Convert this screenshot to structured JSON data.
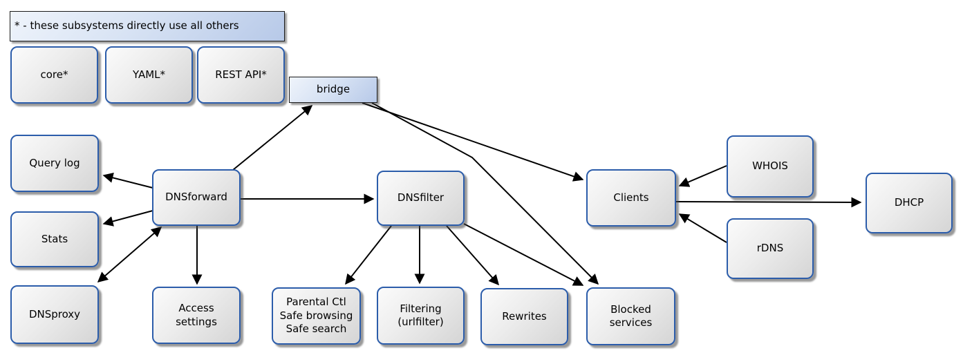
{
  "diagram": {
    "legend": {
      "label": "* - these subsystems directly use all others"
    },
    "nodes": {
      "core": {
        "label": "core*"
      },
      "yaml": {
        "label": "YAML*"
      },
      "rest_api": {
        "label": "REST API*"
      },
      "bridge": {
        "label": "bridge"
      },
      "query_log": {
        "label": "Query log"
      },
      "stats": {
        "label": "Stats"
      },
      "dnsproxy": {
        "label": "DNSproxy"
      },
      "dnsforward": {
        "label": "DNSforward"
      },
      "access_settings": {
        "label": "Access\nsettings"
      },
      "dnsfilter": {
        "label": "DNSfilter"
      },
      "parental": {
        "label": "Parental Ctl\nSafe browsing\nSafe search"
      },
      "filtering": {
        "label": "Filtering\n(urlfilter)"
      },
      "rewrites": {
        "label": "Rewrites"
      },
      "blocked_services": {
        "label": "Blocked\nservices"
      },
      "clients": {
        "label": "Clients"
      },
      "whois": {
        "label": "WHOIS"
      },
      "rdns": {
        "label": "rDNS"
      },
      "dhcp": {
        "label": "DHCP"
      }
    },
    "edges": [
      {
        "from": "DNSforward",
        "to": "Query log",
        "type": "directed"
      },
      {
        "from": "DNSforward",
        "to": "Stats",
        "type": "directed"
      },
      {
        "from": "DNSforward",
        "to": "DNSproxy",
        "type": "bidirectional"
      },
      {
        "from": "DNSforward",
        "to": "Access settings",
        "type": "directed"
      },
      {
        "from": "DNSforward",
        "to": "bridge",
        "type": "directed"
      },
      {
        "from": "DNSforward",
        "to": "DNSfilter",
        "type": "directed"
      },
      {
        "from": "bridge",
        "to": "Clients",
        "type": "directed"
      },
      {
        "from": "bridge",
        "to": "Blocked services",
        "type": "directed"
      },
      {
        "from": "DNSfilter",
        "to": "Parental Ctl Safe browsing Safe search",
        "type": "directed"
      },
      {
        "from": "DNSfilter",
        "to": "Filtering (urlfilter)",
        "type": "directed"
      },
      {
        "from": "DNSfilter",
        "to": "Rewrites",
        "type": "directed"
      },
      {
        "from": "DNSfilter",
        "to": "Blocked services",
        "type": "directed"
      },
      {
        "from": "WHOIS",
        "to": "Clients",
        "type": "directed"
      },
      {
        "from": "rDNS",
        "to": "Clients",
        "type": "directed"
      },
      {
        "from": "Clients",
        "to": "DHCP",
        "type": "directed"
      }
    ],
    "colors": {
      "gray_node_border": "#2b5caa",
      "gray_node_fill_top": "#fbfbfb",
      "gray_node_fill_bottom": "#d5d5d5",
      "blue_node_fill_top": "#eff4fb",
      "blue_node_fill_bottom": "#b7c9e8",
      "blue_node_border": "#1a1a1a",
      "edge": "#000000",
      "background": "#ffffff"
    }
  }
}
